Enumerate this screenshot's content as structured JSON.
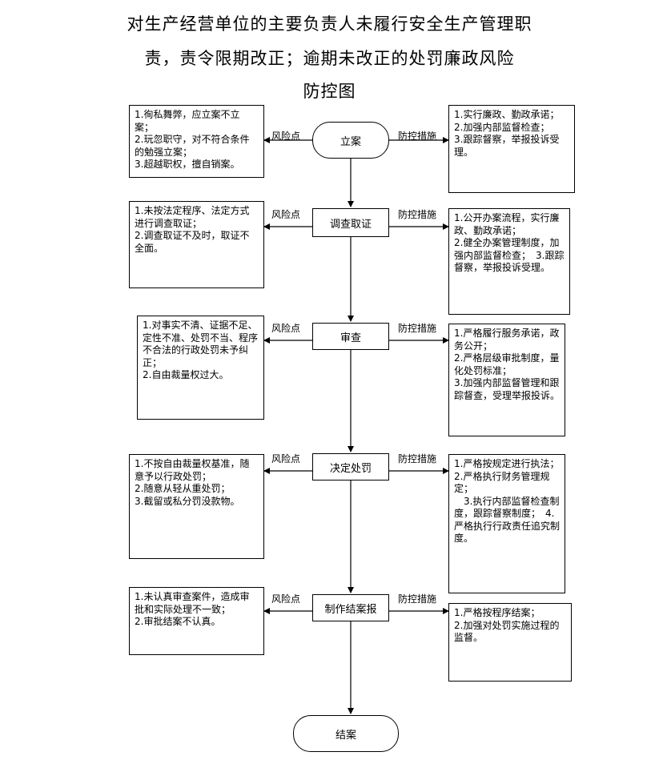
{
  "title": {
    "line1": "对生产经营单位的主要负责人未履行安全生产管理职",
    "line2": "责，责令限期改正；逾期未改正的处罚廉政风险",
    "line3": "防控图"
  },
  "labels": {
    "risk": "风险点",
    "control": "防控措施"
  },
  "steps": [
    {
      "name": "立案",
      "risk": [
        "1.徇私舞弊，应立案不立案；",
        "2.玩忽职守，对不符合条件的勉强立案；",
        "3.超越职权，擅自销案。"
      ],
      "control": [
        "1.实行廉政、勤政承诺；",
        "2.加强内部监督检查；",
        "3.跟踪督察，举报投诉受理。"
      ]
    },
    {
      "name": "调查取证",
      "risk": [
        "1.未按法定程序、法定方式进行调查取证；",
        "2.调查取证不及时，取证不全面。"
      ],
      "control": [
        "1.公开办案流程，实行廉政、勤政承诺；",
        "2.健全办案管理制度，加强内部监督检查；　3.跟踪督察，举报投诉受理。"
      ]
    },
    {
      "name": "审查",
      "risk": [
        "1.对事实不清、证据不足、定性不准、处罚不当、程序不合法的行政处罚未予纠正；",
        "2.自由裁量权过大。"
      ],
      "control": [
        "1.严格履行服务承诺，政务公开；",
        "2.严格层级审批制度，量化处罚标准；",
        "3.加强内部监督管理和跟踪督查，受理举报投诉。"
      ]
    },
    {
      "name": "决定处罚",
      "risk": [
        "1.不按自由裁量权基准，随意予以行政处罚；",
        "2.随意从轻从重处罚；",
        "3.截留或私分罚没款物。"
      ],
      "control": [
        "1.严格按规定进行执法；",
        "2.严格执行财务管理规定；",
        "　3.执行内部监督检查制度，跟踪督察制度；　4.严格执行行政责任追究制度。"
      ]
    },
    {
      "name": "制作结案报",
      "risk": [
        "1.未认真审查案件，造成审批和实际处理不一致；",
        "2.审批结案不认真。"
      ],
      "control": [
        "1.严格按程序结案；",
        "2.加强对处罚实施过程的监督。"
      ]
    }
  ],
  "end": "结案"
}
